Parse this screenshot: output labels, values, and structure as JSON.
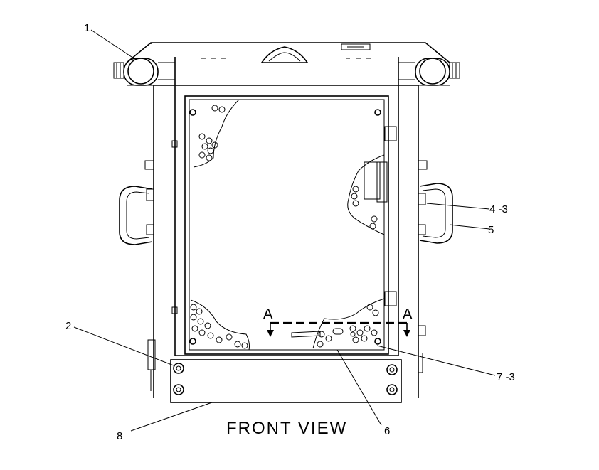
{
  "diagram": {
    "view_label": "FRONT VIEW",
    "section_letter_left": "A",
    "section_letter_right": "A",
    "callouts": [
      {
        "id": "c1",
        "label": "1"
      },
      {
        "id": "c2",
        "label": "2"
      },
      {
        "id": "c43",
        "label": "4 -3"
      },
      {
        "id": "c5",
        "label": "5"
      },
      {
        "id": "c6",
        "label": "6"
      },
      {
        "id": "c73",
        "label": "7 -3"
      },
      {
        "id": "c8",
        "label": "8"
      }
    ]
  }
}
